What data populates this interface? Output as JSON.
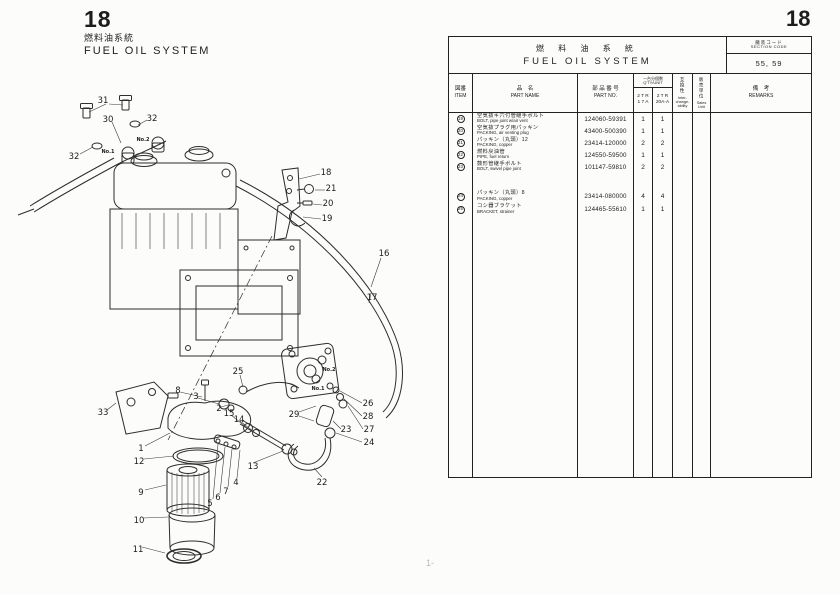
{
  "page": {
    "section_number": "18",
    "section_title_jp": "燃料油系統",
    "section_title_en": "FUEL OIL SYSTEM",
    "page_number": "18",
    "footer_mark": "1-"
  },
  "table": {
    "title_jp": "燃 料 油 系 統",
    "title_en": "FUEL OIL SYSTEM",
    "section_code": {
      "label_jp": "艤装コード",
      "label_en": "SECTION CODE",
      "value": "55, 59"
    },
    "columns": {
      "item_jp": "図番",
      "item_en": "ITEM",
      "name_jp": "品　名",
      "name_en": "PART NAME",
      "partno_jp": "部 品 番 号",
      "partno_en": "PART NO.",
      "qty_jp": "一台分個数",
      "qty_en": "Q'TY/UNIT",
      "model1_line1": "2 T R",
      "model1_line2": "1 7 A",
      "model2_line1": "2 T R",
      "model2_line2": "20A-A",
      "interchange_jp": "互換性",
      "interchange_en": "Inter-change-ability",
      "sales_jp": "販売単位",
      "sales_en": "Sales Unit",
      "remarks_jp": "備　考",
      "remarks_en": "REMARKS"
    },
    "rows": [
      {
        "item": "19",
        "name_jp": "空気抜キ穴付管継手ボルト",
        "name_en": "BOLT, pipe joint w/air vent",
        "part_no": "124060-59391",
        "qty_17a": "1",
        "qty_20a": "1",
        "remarks": ""
      },
      {
        "item": "20",
        "name_jp": "空気抜プラグ用パッキン",
        "name_en": "PACKING, air venting plug",
        "part_no": "43400-500390",
        "qty_17a": "1",
        "qty_20a": "1",
        "remarks": ""
      },
      {
        "item": "21",
        "name_jp": "パッキン（丸頭）12",
        "name_en": "PACKING, copper",
        "part_no": "23414-120000",
        "qty_17a": "2",
        "qty_20a": "2",
        "remarks": ""
      },
      {
        "item": "22",
        "name_jp": "燃料戻油管",
        "name_en": "PIPE, fuel return",
        "part_no": "124550-59500",
        "qty_17a": "1",
        "qty_20a": "1",
        "remarks": ""
      },
      {
        "item": "23",
        "name_jp": "鼓形管継手ボルト",
        "name_en": "BOLT, swivel pipe joint",
        "part_no": "101147-59810",
        "qty_17a": "2",
        "qty_20a": "2",
        "remarks": ""
      },
      {
        "item": "24",
        "name_jp": "パッキン（丸頭）8",
        "name_en": "PACKING, copper",
        "part_no": "23414-080000",
        "qty_17a": "4",
        "qty_20a": "4",
        "remarks": ""
      },
      {
        "item": "25",
        "name_jp": "コシ器ブラケット",
        "name_en": "BRACKET, strainer",
        "part_no": "124465-55610",
        "qty_17a": "1",
        "qty_20a": "1",
        "remarks": ""
      }
    ]
  },
  "diagram": {
    "callouts": [
      "31",
      "30",
      "32",
      "32",
      "No.2",
      "No.1",
      "18",
      "21",
      "20",
      "19",
      "16",
      "17",
      "25",
      "No.2",
      "No.1",
      "26",
      "28",
      "27",
      "29",
      "23",
      "24",
      "22",
      "33",
      "8",
      "3",
      "2",
      "15",
      "14",
      "1",
      "12",
      "13",
      "4",
      "7",
      "6",
      "5",
      "9",
      "10",
      "11"
    ]
  }
}
